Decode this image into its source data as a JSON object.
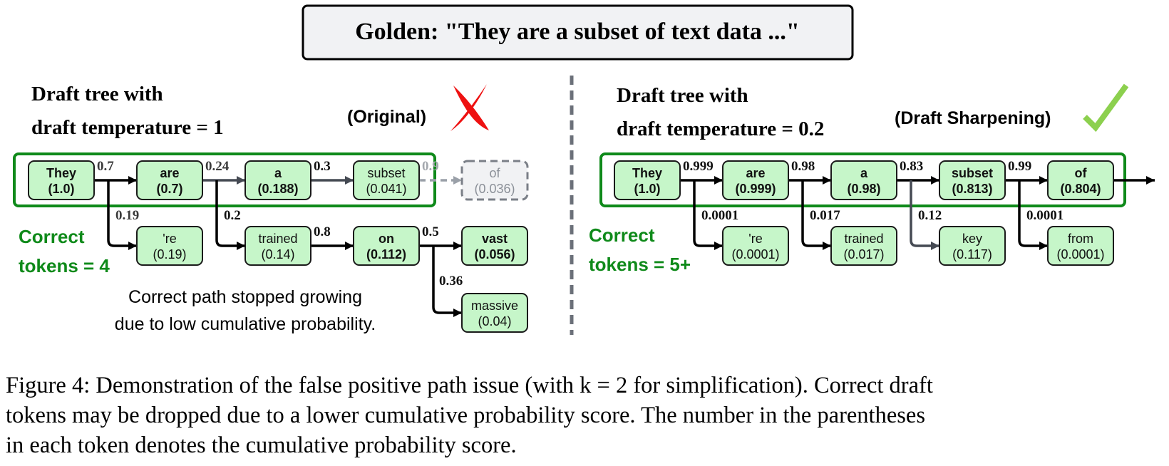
{
  "golden": {
    "text": "Golden: \"They are a subset of text data ...\""
  },
  "left": {
    "title_line1": "Draft tree with",
    "title_line2": "draft temperature = 1",
    "tag": "(Original)",
    "mark_icon": "red-cross-icon",
    "correct_line1": "Correct",
    "correct_line2": "tokens = 4",
    "note_line1": "Correct path stopped growing",
    "note_line2": "due to low cumulative probability.",
    "nodes": [
      {
        "id": "they",
        "word": "They",
        "score": "(1.0)",
        "bold": true,
        "state": "selected"
      },
      {
        "id": "are",
        "word": "are",
        "score": "(0.7)",
        "bold": true,
        "state": "selected"
      },
      {
        "id": "a",
        "word": "a",
        "score": "(0.188)",
        "bold": true,
        "state": "selected"
      },
      {
        "id": "subset",
        "word": "subset",
        "score": "(0.041)",
        "bold": false,
        "state": "normal"
      },
      {
        "id": "of",
        "word": "of",
        "score": "(0.036)",
        "bold": false,
        "state": "dropped"
      },
      {
        "id": "re",
        "word": "'re",
        "score": "(0.19)",
        "bold": false,
        "state": "normal"
      },
      {
        "id": "trained",
        "word": "trained",
        "score": "(0.14)",
        "bold": false,
        "state": "normal"
      },
      {
        "id": "on",
        "word": "on",
        "score": "(0.112)",
        "bold": true,
        "state": "selected"
      },
      {
        "id": "vast",
        "word": "vast",
        "score": "(0.056)",
        "bold": true,
        "state": "selected"
      },
      {
        "id": "massive",
        "word": "massive",
        "score": "(0.04)",
        "bold": false,
        "state": "normal"
      }
    ],
    "edges": [
      {
        "from": "they",
        "to": "are",
        "prob": "0.7"
      },
      {
        "from": "are",
        "to": "a",
        "prob": "0.24"
      },
      {
        "from": "a",
        "to": "subset",
        "prob": "0.3"
      },
      {
        "from": "subset",
        "to": "of",
        "prob": "0.9"
      },
      {
        "from": "they",
        "to": "re",
        "prob": "0.19"
      },
      {
        "from": "are",
        "to": "trained",
        "prob": "0.2"
      },
      {
        "from": "trained",
        "to": "on",
        "prob": "0.8"
      },
      {
        "from": "on",
        "to": "vast",
        "prob": "0.5"
      },
      {
        "from": "on",
        "to": "massive",
        "prob": "0.36"
      }
    ]
  },
  "right": {
    "title_line1": "Draft tree with",
    "title_line2": "draft temperature = 0.2",
    "tag": "(Draft Sharpening)",
    "mark_icon": "green-check-icon",
    "correct_line1": "Correct",
    "correct_line2": "tokens = 5+",
    "nodes": [
      {
        "id": "they",
        "word": "They",
        "score": "(1.0)",
        "bold": true,
        "state": "selected"
      },
      {
        "id": "are",
        "word": "are",
        "score": "(0.999)",
        "bold": true,
        "state": "selected"
      },
      {
        "id": "a",
        "word": "a",
        "score": "(0.98)",
        "bold": true,
        "state": "selected"
      },
      {
        "id": "subset",
        "word": "subset",
        "score": "(0.813)",
        "bold": true,
        "state": "selected"
      },
      {
        "id": "of",
        "word": "of",
        "score": "(0.804)",
        "bold": true,
        "state": "selected"
      },
      {
        "id": "re",
        "word": "'re",
        "score": "(0.0001)",
        "bold": false,
        "state": "normal"
      },
      {
        "id": "trained",
        "word": "trained",
        "score": "(0.017)",
        "bold": false,
        "state": "normal"
      },
      {
        "id": "key",
        "word": "key",
        "score": "(0.117)",
        "bold": false,
        "state": "normal"
      },
      {
        "id": "from",
        "word": "from",
        "score": "(0.0001)",
        "bold": false,
        "state": "normal"
      }
    ],
    "edges": [
      {
        "from": "they",
        "to": "are",
        "prob": "0.999"
      },
      {
        "from": "are",
        "to": "a",
        "prob": "0.98"
      },
      {
        "from": "a",
        "to": "subset",
        "prob": "0.83"
      },
      {
        "from": "subset",
        "to": "of",
        "prob": "0.99"
      },
      {
        "from": "they",
        "to": "re",
        "prob": "0.0001"
      },
      {
        "from": "are",
        "to": "trained",
        "prob": "0.017"
      },
      {
        "from": "a",
        "to": "key",
        "prob": "0.12"
      },
      {
        "from": "subset",
        "to": "from",
        "prob": "0.0001"
      },
      {
        "from": "of",
        "to": "next",
        "prob": ""
      }
    ]
  },
  "caption": {
    "line1": "Figure 4: Demonstration of the false positive path issue (with k = 2 for simplification). Correct draft",
    "line2": "tokens may be dropped due to a lower cumulative probability score. The number in the parentheses",
    "line3": "in each token denotes the cumulative probability score."
  },
  "colors": {
    "node_fill": "#c6f6c9",
    "node_stroke": "#1a1a1a",
    "highlight": "#0f8a1a",
    "correct_text": "#0f8a1a",
    "dropped_stroke": "#7a7f87",
    "dropped_fill": "#f1f2f4",
    "gray_arrow": "#454a53",
    "cross": "#ee1111",
    "check": "#8cd04e",
    "divider": "#6b7079",
    "golden_fill": "#f1f2f4"
  }
}
